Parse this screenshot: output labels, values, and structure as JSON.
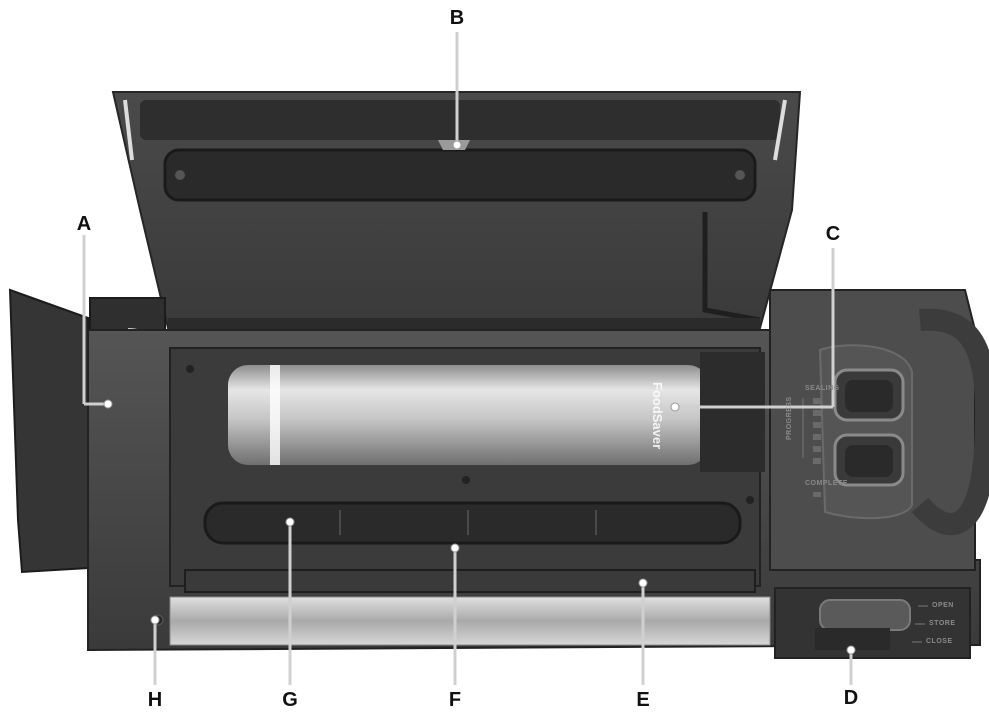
{
  "callouts": {
    "A": "A",
    "B": "B",
    "C": "C",
    "D": "D",
    "E": "E",
    "F": "F",
    "G": "G",
    "H": "H"
  },
  "panel": {
    "sealing_label": "SEALING",
    "progress_label": "PROGRESS",
    "complete_label": "COMPLETE"
  },
  "switch": {
    "open_label": "OPEN",
    "store_label": "STORE",
    "close_label": "CLOSE"
  },
  "roll": {
    "brand_text": "FoodSaver"
  },
  "colors": {
    "body": "#4a4a4a",
    "lid_inner": "#3e3e3e",
    "roll_silver": "#c8c8c8",
    "steel_bar": "#b8b8b8",
    "leader_line": "#d0d0d0",
    "label_text": "#111111"
  }
}
